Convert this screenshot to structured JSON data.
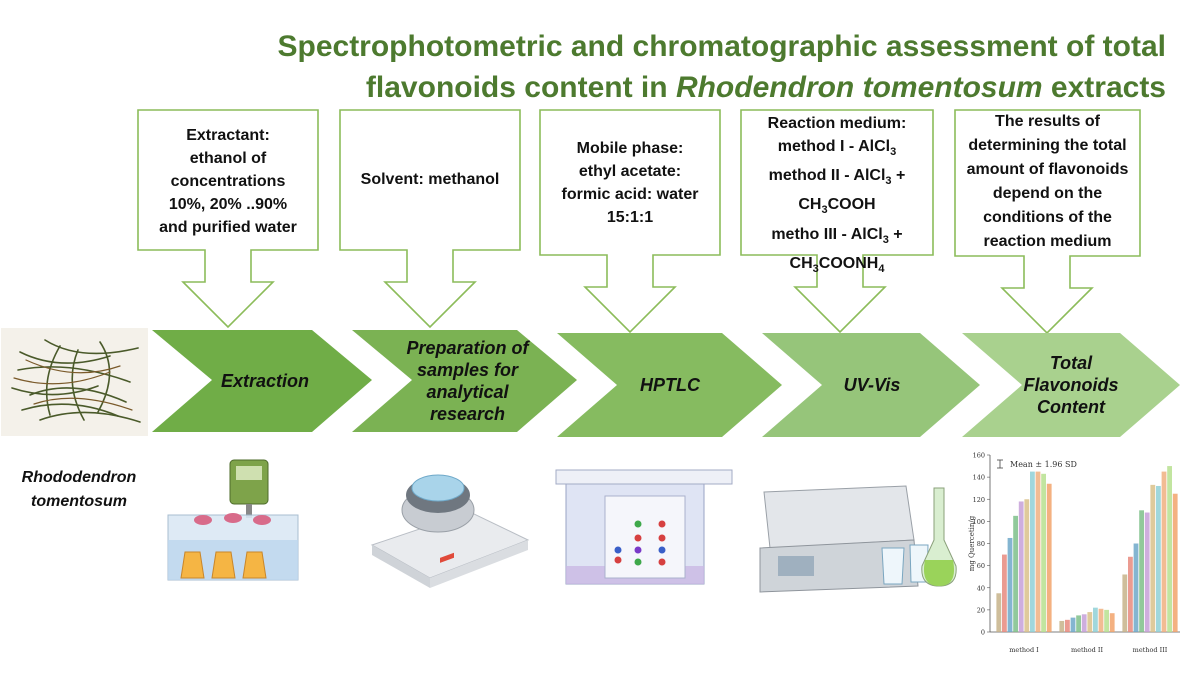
{
  "title": {
    "line1": "Spectrophotometric and chromatographic assessment of total",
    "line2_prefix": "flavonoids content in ",
    "line2_italic": "Rhodendron tomentosum",
    "line2_suffix": " extracts"
  },
  "species_label": "Rhododendron tomentosum",
  "steps": [
    {
      "label": "Extraction"
    },
    {
      "label": "Preparation of samples for analytical research"
    },
    {
      "label": "HPTLC"
    },
    {
      "label": "UV-Vis"
    },
    {
      "label": "Total Flavonoids Content"
    }
  ],
  "callouts": {
    "extraction": {
      "line1": "Extractant:",
      "line2": "ethanol of",
      "line3": "concentrations",
      "line4": "10%, 20% ..90%",
      "line5": "and purified water"
    },
    "preparation": {
      "line1": "Solvent: methanol"
    },
    "hptlc": {
      "line1": "Mobile phase:",
      "line2": "ethyl acetate:",
      "line3": "formic acid: water",
      "line4": "15:1:1"
    },
    "uvvis": {
      "line1": "Reaction medium:",
      "m1_text": "method I - AlCl",
      "m1_sub": "3",
      "m2_text": "method II - AlCl",
      "m2_sub": "3",
      "m2_plus": " +",
      "m2b_a": "CH",
      "m2b_sub": "3",
      "m2b_b": "COOH",
      "m3_text": "metho III - AlCl",
      "m3_sub": "3",
      "m3_plus": " +",
      "m3b_a": "CH",
      "m3b_sub1": "3",
      "m3b_b": "COONH",
      "m3b_sub2": "4"
    },
    "results": {
      "line1": "The results of",
      "line2": "determining the total",
      "line3": "amount of flavonoids",
      "line4": "depend on the",
      "line5": "conditions of the",
      "line6": "reaction medium"
    }
  },
  "colors": {
    "title": "#4d7a2f",
    "outline": "#8cbc5a",
    "arrow_dark": "#70ad47",
    "arrow_mid": "#86bb60",
    "arrow_light": "#a9d18e"
  },
  "chart_data": {
    "type": "bar",
    "legend": "Mean ± 1.96 SD",
    "ylabel": "mg Quercetin/g",
    "ylim": [
      0,
      160
    ],
    "yticks": [
      0,
      20,
      40,
      60,
      80,
      100,
      120,
      140,
      160
    ],
    "groups": [
      {
        "name": "method I",
        "values": [
          35,
          70,
          85,
          105,
          118,
          120,
          145,
          145,
          143,
          134
        ]
      },
      {
        "name": "method II",
        "values": [
          10,
          11,
          13,
          15,
          16,
          18,
          22,
          21,
          20,
          17
        ]
      },
      {
        "name": "method III",
        "values": [
          52,
          68,
          80,
          110,
          108,
          133,
          132,
          145,
          150,
          125
        ]
      }
    ],
    "bar_colors": [
      "#c7b38a",
      "#e88a7e",
      "#6fa8c9",
      "#7ec08a",
      "#c6a0d8",
      "#d9c18a",
      "#8fd0d6",
      "#f0b080",
      "#b7e08f",
      "#f2a36b"
    ]
  }
}
